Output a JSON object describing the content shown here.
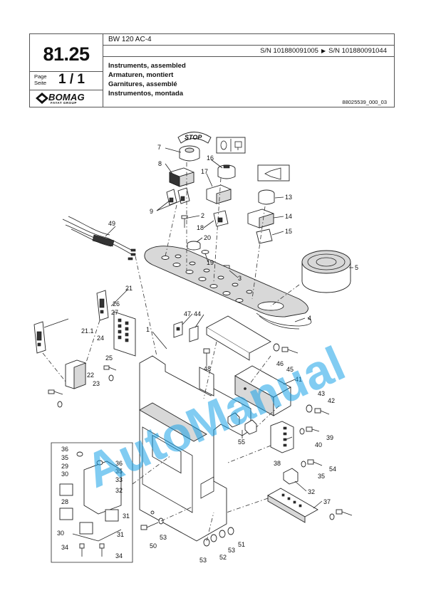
{
  "header": {
    "model": "BW 120 AC-4",
    "serial_from": "S/N 101880091005",
    "serial_arrow": "▶",
    "serial_to": "S/N 101880091044",
    "page_number": "81.25",
    "page_label_1": "Page",
    "page_label_2": "Seite",
    "page_value": "1  /  1",
    "logo_text": "BOMAG",
    "logo_subtext": "FAYAT GROUP",
    "titles": [
      "Instruments, assembled",
      "Armaturen, montiert",
      "Garnitures, assemblé",
      "Instrumentos, montada"
    ],
    "document_number": "88025539_000_03"
  },
  "diagram": {
    "stop_label": "STOP",
    "watermark": "AutoManual",
    "callouts": [
      "7",
      "8",
      "9",
      "2",
      "16",
      "17",
      "18",
      "20",
      "19",
      "3",
      "13",
      "14",
      "15",
      "5",
      "4",
      "49",
      "21",
      "21.1",
      "26",
      "27",
      "47",
      "44",
      "1",
      "24",
      "25",
      "22",
      "23",
      "48",
      "46",
      "45",
      "41",
      "43",
      "42",
      "39",
      "40",
      "55",
      "38",
      "35",
      "54",
      "32",
      "37",
      "36",
      "29",
      "30",
      "33",
      "28",
      "31",
      "34",
      "50",
      "53",
      "52",
      "51"
    ]
  }
}
